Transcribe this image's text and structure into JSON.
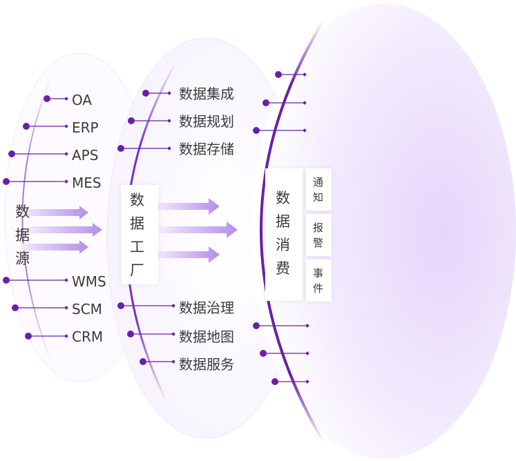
{
  "source": {
    "title": [
      "数",
      "据",
      "源"
    ],
    "top_items": [
      "OA",
      "ERP",
      "APS",
      "MES"
    ],
    "bottom_items": [
      "WMS",
      "SCM",
      "CRM"
    ]
  },
  "factory": {
    "title": [
      "数",
      "据",
      "工",
      "厂"
    ],
    "top_items": [
      "数据集成",
      "数据规划",
      "数据存储"
    ],
    "bottom_items": [
      "数据治理",
      "数据地图",
      "数据服务"
    ]
  },
  "consume": {
    "title": [
      "数",
      "据",
      "消",
      "费"
    ],
    "boxes": [
      {
        "chars": [
          "通",
          "知"
        ]
      },
      {
        "chars": [
          "报",
          "警"
        ]
      },
      {
        "chars": [
          "事",
          "件"
        ]
      }
    ]
  },
  "colors": {
    "purple": "#6a1fa8",
    "purple_light": "#b58ee0",
    "fill": "#ede2fb"
  }
}
